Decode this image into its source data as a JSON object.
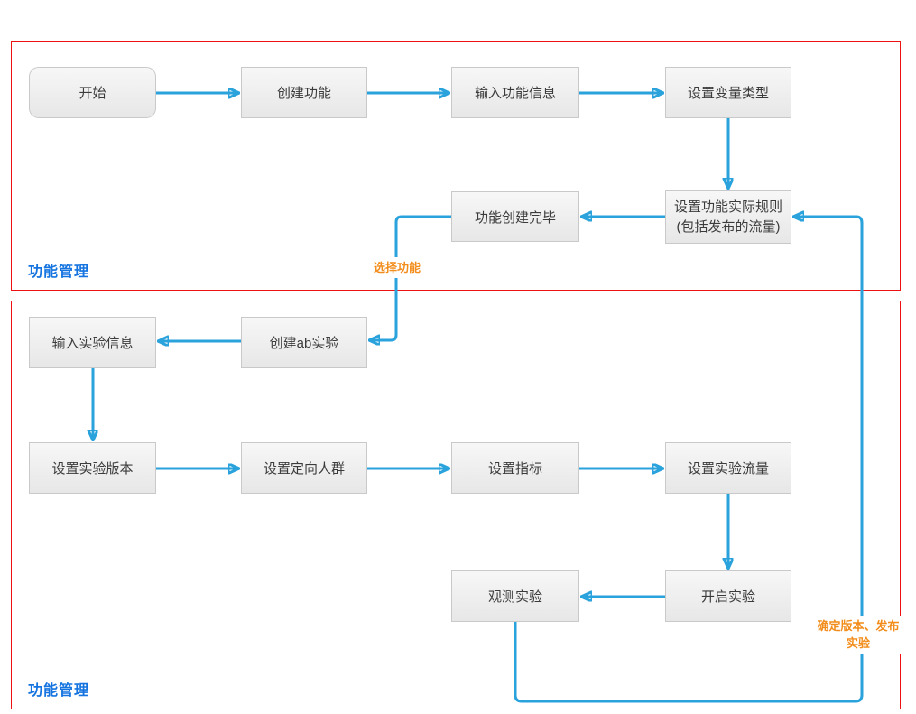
{
  "diagram": {
    "type": "flowchart",
    "sections": [
      {
        "label": "功能管理"
      },
      {
        "label": "功能管理"
      }
    ],
    "nodes": {
      "start": "开始",
      "create_feature": "创建功能",
      "input_feature_info": "输入功能信息",
      "set_variable_type": "设置变量类型",
      "feature_created": "功能创建完毕",
      "set_feature_rules_line1": "设置功能实际规则",
      "set_feature_rules_line2": "(包括发布的流量)",
      "create_ab_experiment": "创建ab实验",
      "input_experiment_info": "输入实验信息",
      "set_experiment_version": "设置实验版本",
      "set_target_audience": "设置定向人群",
      "set_metrics": "设置指标",
      "set_experiment_traffic": "设置实验流量",
      "start_experiment": "开启实验",
      "observe_experiment": "观测实验"
    },
    "edge_labels": {
      "select_feature": "选择功能",
      "confirm_publish": "确定版本、发布实验"
    },
    "edges": [
      {
        "from": "开始",
        "to": "创建功能"
      },
      {
        "from": "创建功能",
        "to": "输入功能信息"
      },
      {
        "from": "输入功能信息",
        "to": "设置变量类型"
      },
      {
        "from": "设置变量类型",
        "to": "设置功能实际规则(包括发布的流量)"
      },
      {
        "from": "设置功能实际规则(包括发布的流量)",
        "to": "功能创建完毕"
      },
      {
        "from": "功能创建完毕",
        "to": "创建ab实验",
        "label": "选择功能"
      },
      {
        "from": "创建ab实验",
        "to": "输入实验信息"
      },
      {
        "from": "输入实验信息",
        "to": "设置实验版本"
      },
      {
        "from": "设置实验版本",
        "to": "设置定向人群"
      },
      {
        "from": "设置定向人群",
        "to": "设置指标"
      },
      {
        "from": "设置指标",
        "to": "设置实验流量"
      },
      {
        "from": "设置实验流量",
        "to": "开启实验"
      },
      {
        "from": "开启实验",
        "to": "观测实验"
      },
      {
        "from": "观测实验",
        "to": "设置功能实际规则(包括发布的流量)",
        "label": "确定版本、发布实验"
      }
    ],
    "colors": {
      "arrow": "#2aa2db",
      "section_border": "#ee1111",
      "section_label": "#1574e0",
      "edge_label": "#f28c1a",
      "node_fill_top": "#f7f7f7",
      "node_fill_bottom": "#e7e7e7",
      "node_border": "#c9c9c9",
      "node_text": "#3b3b3b"
    }
  }
}
